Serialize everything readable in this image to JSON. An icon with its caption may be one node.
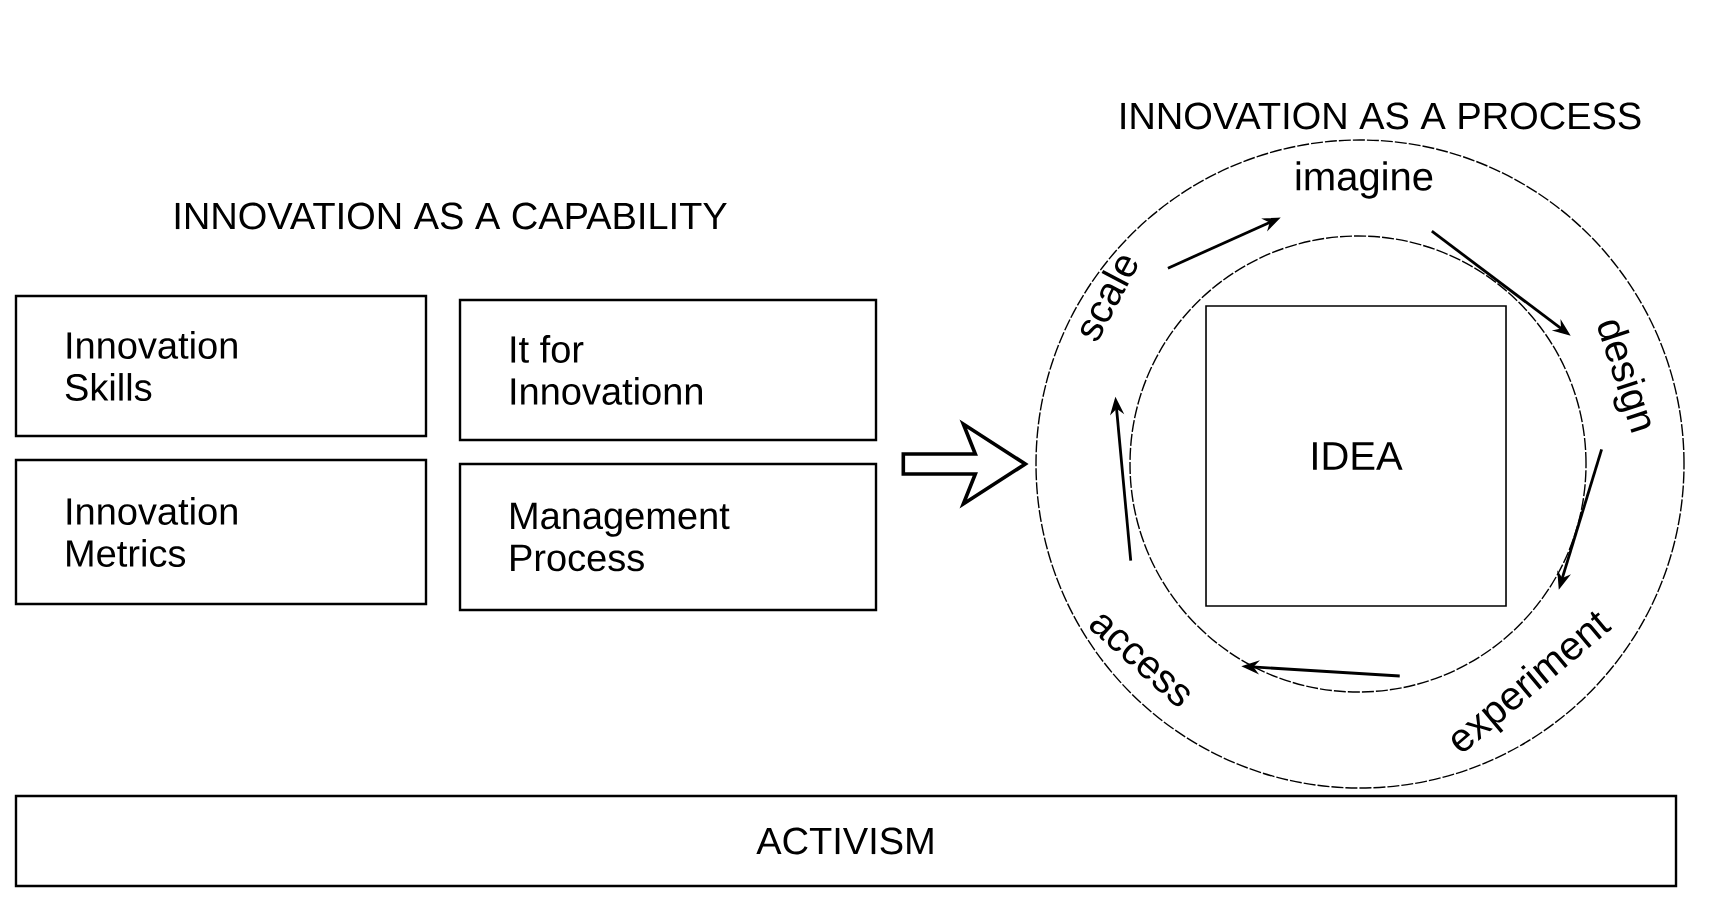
{
  "diagram": {
    "nodes": [
      {
        "text": [
          "Innovation Skills"
        ]
      },
      {
        "text": [
          "It for Innovationn"
        ]
      },
      {
        "text": [
          "Innovation Metrics"
        ]
      },
      {
        "text": [
          "Management Process"
        ]
      },
      {
        "text": [],
        "shape": "circle"
      },
      {
        "text": [],
        "shape": "circle",
        "in": 4
      },
      {
        "text": [
          "IDEA"
        ],
        "in": 5
      },
      {
        "text": [
          "imagine"
        ],
        "in": 4
      },
      {
        "text": [
          "design"
        ],
        "in": 4
      },
      {
        "text": [
          "experiment"
        ],
        "in": 4
      },
      {
        "text": [
          "access"
        ],
        "in": 4
      },
      {
        "text": [
          "scale"
        ],
        "in": 4
      },
      {
        "text": [
          "ACTIVISM"
        ]
      }
    ],
    "edges": [
      {
        "from": null,
        "to": 4,
        "arrow": "to",
        "style": "thick"
      },
      {
        "from": 11,
        "to": 7,
        "arrow": "to"
      },
      {
        "from": 7,
        "to": 8,
        "arrow": "to"
      },
      {
        "from": 8,
        "to": 9,
        "arrow": "to"
      },
      {
        "from": 9,
        "to": 10,
        "arrow": "to"
      },
      {
        "from": 10,
        "to": 11,
        "arrow": "to"
      }
    ],
    "labels": [
      "INNOVATION AS A PROCESS",
      "INNOVATION AS A CAPABILITY"
    ]
  }
}
